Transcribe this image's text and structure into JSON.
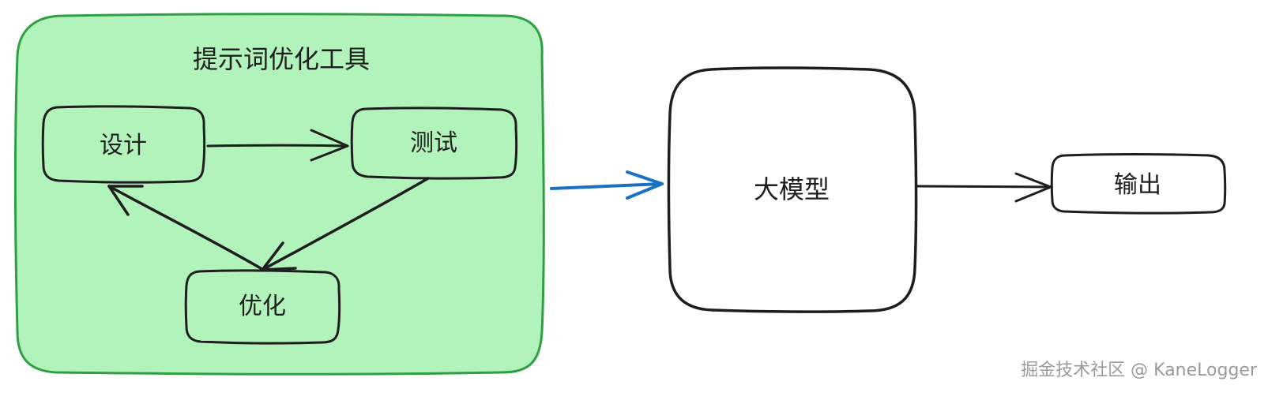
{
  "diagram": {
    "group": {
      "title": "提示词优化工具",
      "fill": "#b2f2bb",
      "stroke": "#2f9e44"
    },
    "nodes": {
      "design": "设计",
      "test": "测试",
      "optimize": "优化",
      "llm": "大模型",
      "output": "输出"
    },
    "colors": {
      "ink": "#1e1e1e",
      "blue_arrow": "#1971c2",
      "box_fill_white": "#ffffff"
    }
  },
  "watermark": "掘金技术社区 @ KaneLogger"
}
